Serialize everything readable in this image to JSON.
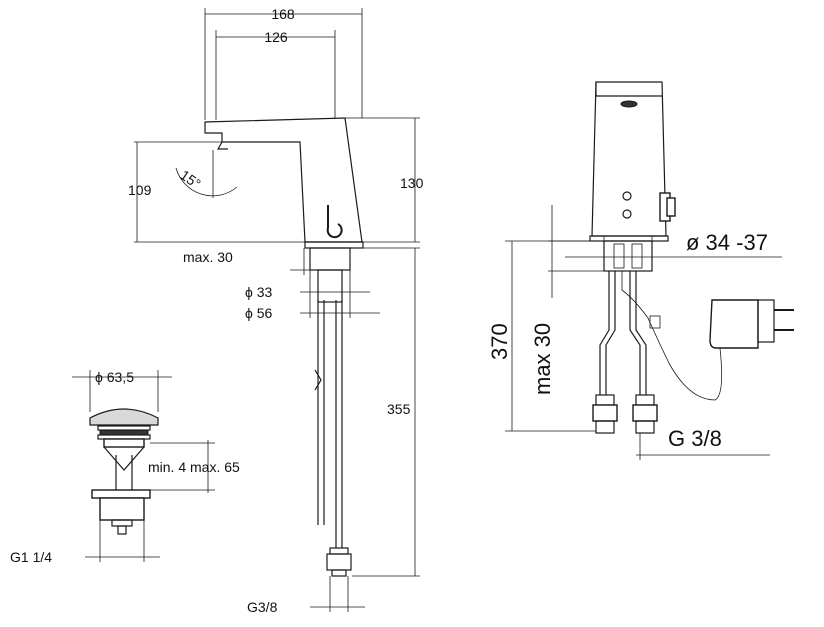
{
  "faucet_side": {
    "dim_total_width": "168",
    "dim_spout_reach": "126",
    "dim_height_total": "130",
    "dim_spout_height": "109",
    "angle": "15°",
    "max_deck": "max. 30",
    "dia_shank": "ϕ 33",
    "dia_base": "ϕ 56",
    "hose_length": "355",
    "hose_thread": "G3/8"
  },
  "waste": {
    "dia_plug": "ϕ 63,5",
    "range": "min. 4  max. 65",
    "thread": "G1 1/4"
  },
  "faucet_front": {
    "dia_hole": "ø 34 -37",
    "length_370": "370",
    "max_30": "max 30",
    "thread": "G 3/8"
  }
}
